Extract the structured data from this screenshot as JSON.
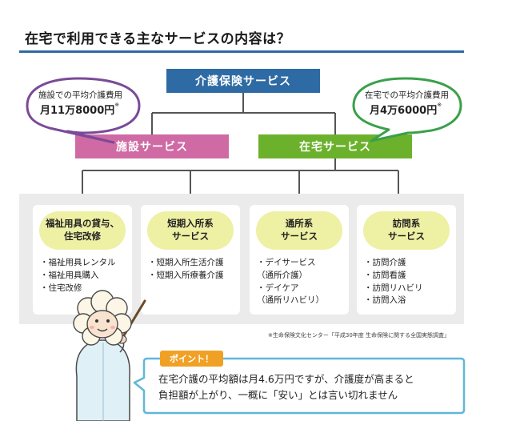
{
  "title": "在宅で利用できる主なサービスの内容は？",
  "top_box": "介護保険サービス",
  "left_box": "施設サービス",
  "right_box": "在宅サービス",
  "bubble_left": {
    "line1": "施設での平均介護費用",
    "amount": "月11万8000円",
    "mark": "※"
  },
  "bubble_right": {
    "line1": "在宅での平均介護費用",
    "amount": "月4万6000円",
    "mark": "※"
  },
  "cards": [
    {
      "title": [
        "福祉用具の貸与、",
        "住宅改修"
      ],
      "items": [
        "・福祉用具レンタル",
        "・福祉用具購入",
        "・住宅改修"
      ]
    },
    {
      "title": [
        "短期入所系",
        "サービス"
      ],
      "items": [
        "・短期入所生活介護",
        "・短期入所療養介護"
      ]
    },
    {
      "title": [
        "通所系",
        "サービス"
      ],
      "items": [
        "・デイサービス",
        "（通所介護）",
        "・デイケア",
        "（通所リハビリ）"
      ]
    },
    {
      "title": [
        "訪問系",
        "サービス"
      ],
      "items": [
        "・訪問介護",
        "・訪問看護",
        "・訪問リハビリ",
        "・訪問入浴"
      ]
    }
  ],
  "source": "※生命保険文化センター「平成30年度 生命保険に関する全国実態調査」",
  "point": {
    "tag": "ポイント！",
    "line1": "在宅介護の平均額は月4.6万円ですが、介護度が高まると",
    "line2": "負担額が上がり、一概に「安い」とは言い切れません"
  },
  "colors": {
    "title_rule": "#2f6aa4",
    "top_box": "#2e6aa3",
    "left_box": "#cf6aa4",
    "right_box": "#6cb12c",
    "connector": "#555555",
    "card_pill": "#eef0a4",
    "panel": "#ebebeb",
    "bubble_left_border": "#7a4a98",
    "bubble_right_border": "#3aa04a",
    "point_tag": "#f0a125",
    "point_border": "#5fb8d8"
  },
  "icons": {
    "mascot": "sheep-nurse-with-pointer-icon"
  }
}
